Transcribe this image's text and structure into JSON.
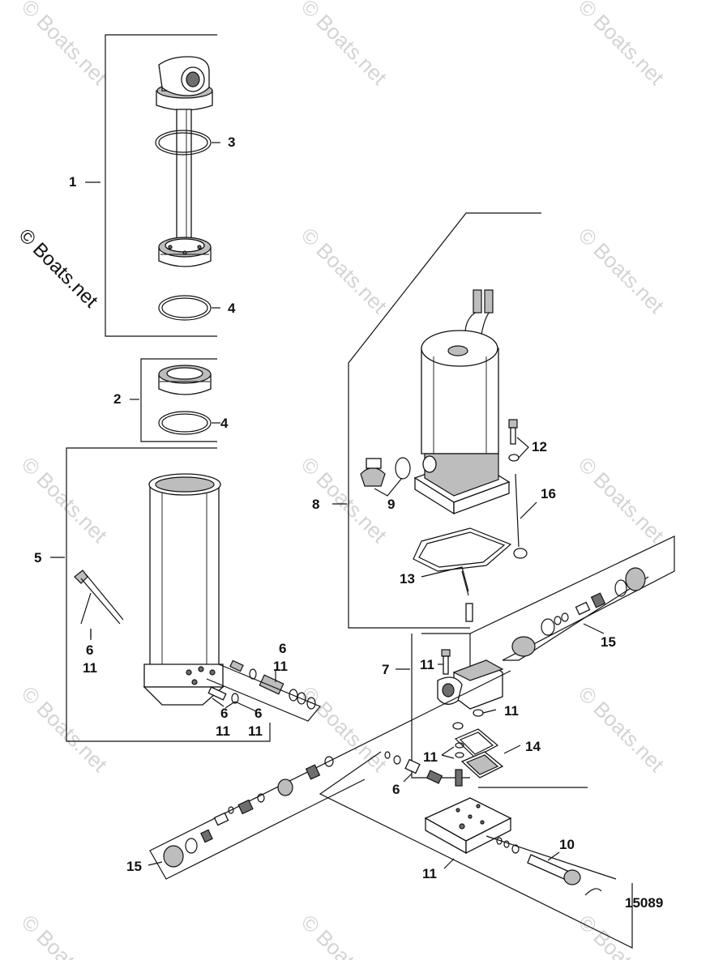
{
  "watermark": {
    "text": "© Boats.net"
  },
  "brand_label": {
    "text": "© Boats.net"
  },
  "diagram_number": "15089",
  "callouts": [
    {
      "id": "c1",
      "text": "1"
    },
    {
      "id": "c2",
      "text": "2"
    },
    {
      "id": "c3",
      "text": "3"
    },
    {
      "id": "c4a",
      "text": "4"
    },
    {
      "id": "c4b",
      "text": "4"
    },
    {
      "id": "c5",
      "text": "5"
    },
    {
      "id": "c6a",
      "text": "6"
    },
    {
      "id": "c11a",
      "text": "11"
    },
    {
      "id": "c6b",
      "text": "6"
    },
    {
      "id": "c11b",
      "text": "11"
    },
    {
      "id": "c6c",
      "text": "6"
    },
    {
      "id": "c11c",
      "text": "11"
    },
    {
      "id": "c6d",
      "text": "6"
    },
    {
      "id": "c11d",
      "text": "11"
    },
    {
      "id": "c7",
      "text": "7"
    },
    {
      "id": "c8",
      "text": "8"
    },
    {
      "id": "c9",
      "text": "9"
    },
    {
      "id": "c10",
      "text": "10"
    },
    {
      "id": "c11e",
      "text": "11"
    },
    {
      "id": "c11f",
      "text": "11"
    },
    {
      "id": "c11g",
      "text": "11"
    },
    {
      "id": "c11h",
      "text": "11"
    },
    {
      "id": "c12",
      "text": "12"
    },
    {
      "id": "c13",
      "text": "13"
    },
    {
      "id": "c14",
      "text": "14"
    },
    {
      "id": "c15a",
      "text": "15"
    },
    {
      "id": "c15b",
      "text": "15"
    },
    {
      "id": "c16",
      "text": "16"
    },
    {
      "id": "c6e",
      "text": "6"
    }
  ]
}
